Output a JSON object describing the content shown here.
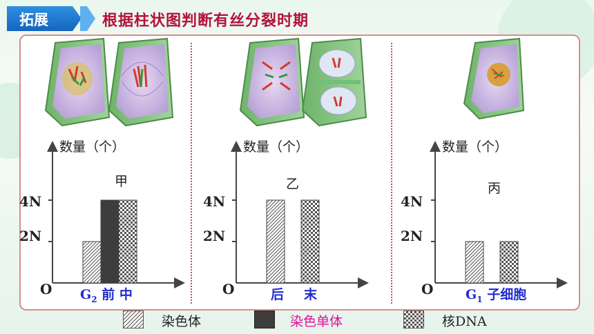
{
  "header": {
    "tab_label": "拓展",
    "title": "根据柱状图判断有丝分裂时期"
  },
  "colors": {
    "accent_blue": "#1565c0",
    "title_red": "#b3133a",
    "legend_magenta": "#e0109c",
    "xlabel_blue": "#1f2ccf"
  },
  "icons": [
    "cell-diagram-icon"
  ],
  "charts": [
    {
      "ylabel": "数量（个）",
      "group_label": "甲",
      "x_labels": {
        "a_main": "G",
        "a_sub": "2",
        "a_rest": "前 中"
      }
    },
    {
      "ylabel": "数量（个）",
      "group_label": "乙",
      "x_labels": {
        "b_left": "后",
        "b_right": "末"
      }
    },
    {
      "ylabel": "数量（个）",
      "group_label": "丙",
      "x_labels": {
        "c_main": "G",
        "c_sub": "1",
        "c_rest": "子细胞"
      }
    }
  ],
  "ticks": {
    "t4": "4N",
    "t2": "2N",
    "origin": "O"
  },
  "legend": {
    "chromosome": "染色体",
    "chromatid": "染色单体",
    "dna": "核DNA"
  },
  "chart_data": [
    {
      "type": "bar",
      "categories": [
        "G2 前 中"
      ],
      "series": [
        {
          "name": "染色体",
          "values": [
            2
          ]
        },
        {
          "name": "染色单体",
          "values": [
            4
          ]
        },
        {
          "name": "核DNA",
          "values": [
            4
          ]
        }
      ],
      "y_ticks": [
        "2N",
        "4N"
      ],
      "unit": "N"
    },
    {
      "type": "bar",
      "categories": [
        "后 末"
      ],
      "series": [
        {
          "name": "染色体",
          "values": [
            4
          ]
        },
        {
          "name": "染色单体",
          "values": [
            0
          ]
        },
        {
          "name": "核DNA",
          "values": [
            4
          ]
        }
      ],
      "y_ticks": [
        "2N",
        "4N"
      ],
      "unit": "N"
    },
    {
      "type": "bar",
      "categories": [
        "G1 子细胞"
      ],
      "series": [
        {
          "name": "染色体",
          "values": [
            2
          ]
        },
        {
          "name": "染色单体",
          "values": [
            0
          ]
        },
        {
          "name": "核DNA",
          "values": [
            2
          ]
        }
      ],
      "y_ticks": [
        "2N",
        "4N"
      ],
      "unit": "N"
    }
  ]
}
